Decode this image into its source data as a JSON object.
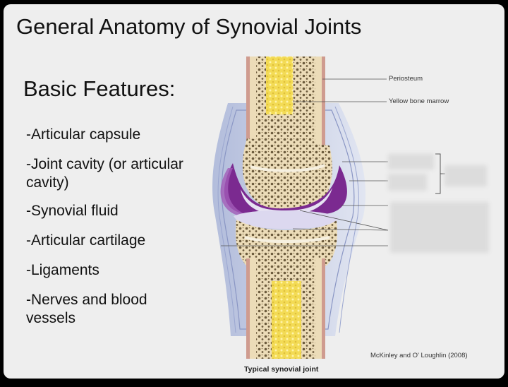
{
  "slide": {
    "title": "General Anatomy of Synovial Joints",
    "subtitle": "Basic Features:",
    "features": [
      "-Articular capsule",
      "-Joint cavity (or articular cavity)",
      "-Synovial fluid",
      "-Articular cartilage",
      "-Ligaments",
      "-Nerves and blood vessels"
    ]
  },
  "diagram": {
    "labels": {
      "periosteum": "Periosteum",
      "yellow_marrow": "Yellow bone marrow"
    },
    "caption": "Typical synovial joint",
    "credit": "McKinley and O' Loughlin (2008)",
    "colors": {
      "bone": "#ecdcb8",
      "marrow": "#f1d84f",
      "spongy": "#cdb789",
      "cavity": "#7b2a90",
      "cartilage": "#e6e2f2",
      "capsule": "#bcc6e2",
      "periosteum": "#cf9b8f"
    }
  }
}
